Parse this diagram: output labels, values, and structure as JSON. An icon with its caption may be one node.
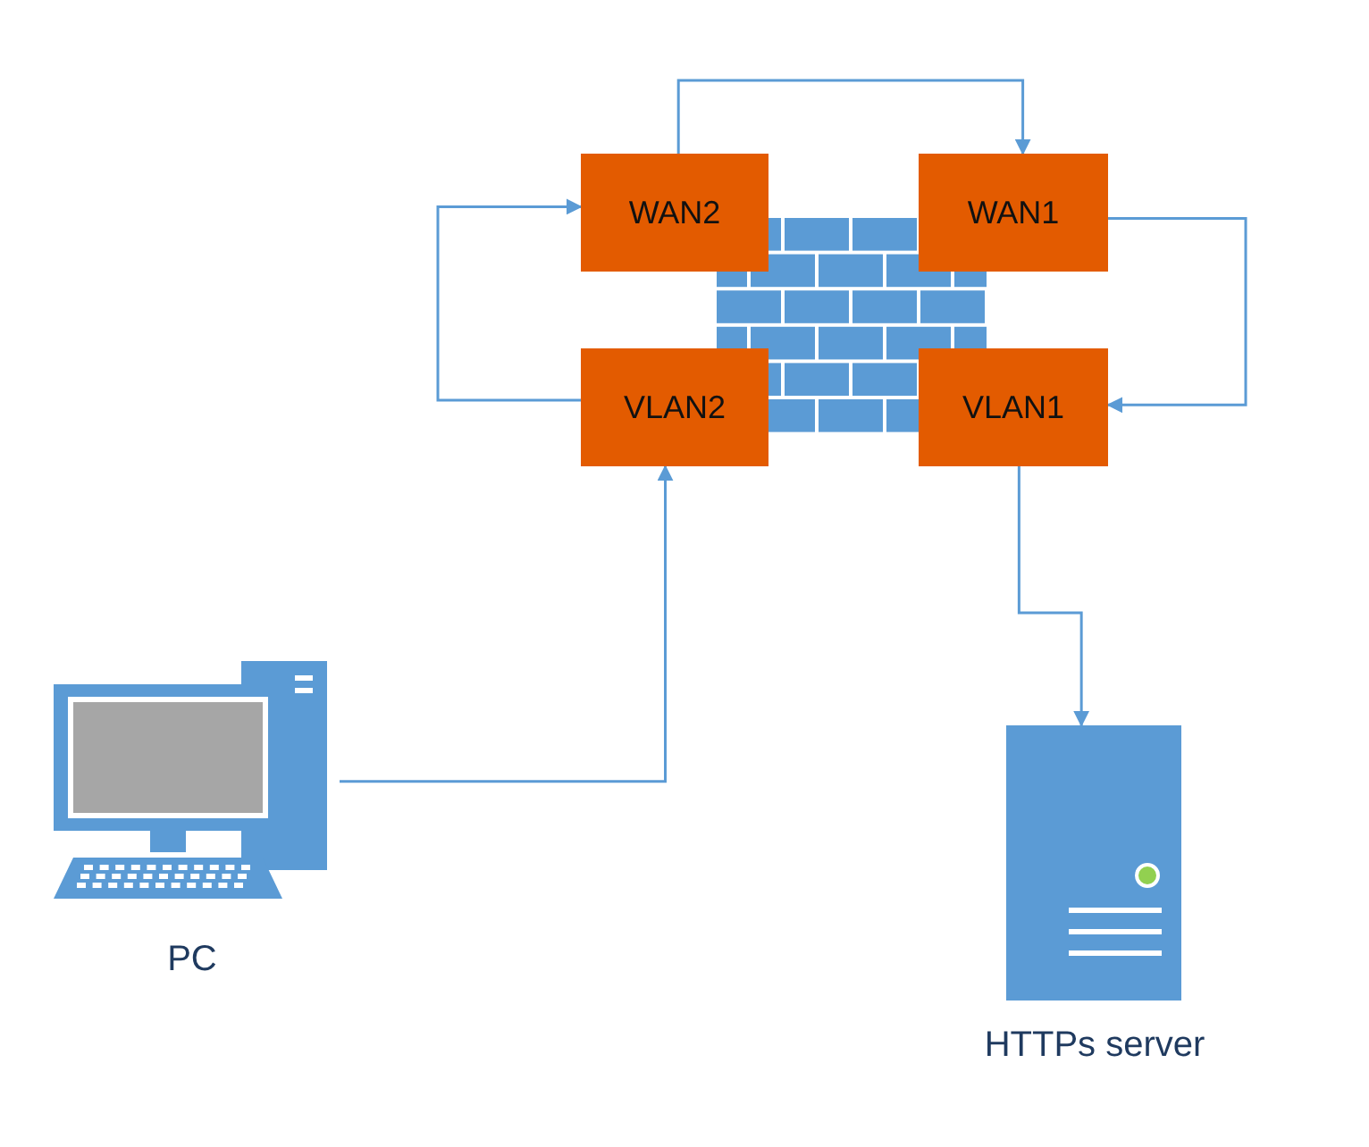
{
  "diagram": {
    "nodes": [
      {
        "text": [
          "WAN2"
        ]
      },
      {
        "text": [
          "WAN1"
        ]
      },
      {
        "text": [
          "VLAN2"
        ]
      },
      {
        "text": [
          "VLAN1"
        ]
      },
      {
        "text": [
          "PC"
        ]
      },
      {
        "text": [
          "HTTPs server"
        ]
      }
    ],
    "edges": [
      {
        "from": 0,
        "to": 1,
        "arrow": "to"
      },
      {
        "from": 1,
        "to": 3,
        "arrow": "to"
      },
      {
        "from": 2,
        "to": 0,
        "arrow": "to"
      },
      {
        "from": 4,
        "to": 2,
        "arrow": "to"
      },
      {
        "from": 3,
        "to": 5,
        "arrow": "to"
      }
    ]
  }
}
